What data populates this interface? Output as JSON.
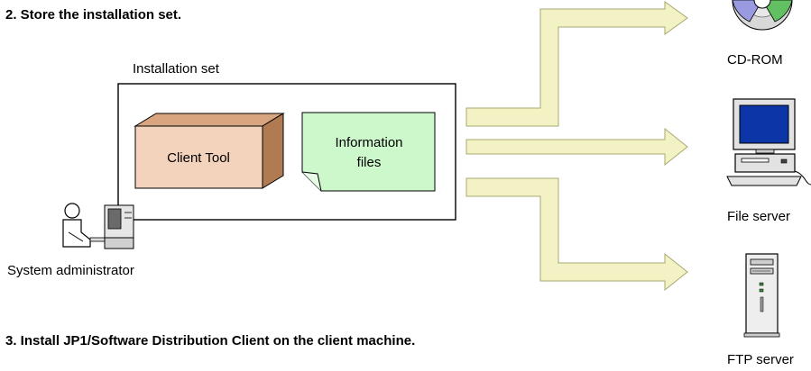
{
  "step2": {
    "title": "2. Store the installation set."
  },
  "step3": {
    "title": "3. Install JP1/Software Distribution Client on the client machine."
  },
  "installation_set": {
    "label": "Installation set",
    "client_tool": "Client Tool",
    "info_files": {
      "line1": "Information",
      "line2": "files"
    }
  },
  "actor": {
    "label": "System administrator"
  },
  "destinations": {
    "cdrom": "CD-ROM",
    "file_server": "File server",
    "ftp_server": "FTP server"
  },
  "colors": {
    "arrow_fill": "#f2f2c4",
    "arrow_stroke": "#a8a870",
    "client_tool_front": "#f4d3bd",
    "client_tool_side": "#b07a52",
    "client_tool_top": "#d9a580",
    "info_files_fill": "#ccf8cc",
    "monitor_screen": "#0c36a8"
  }
}
